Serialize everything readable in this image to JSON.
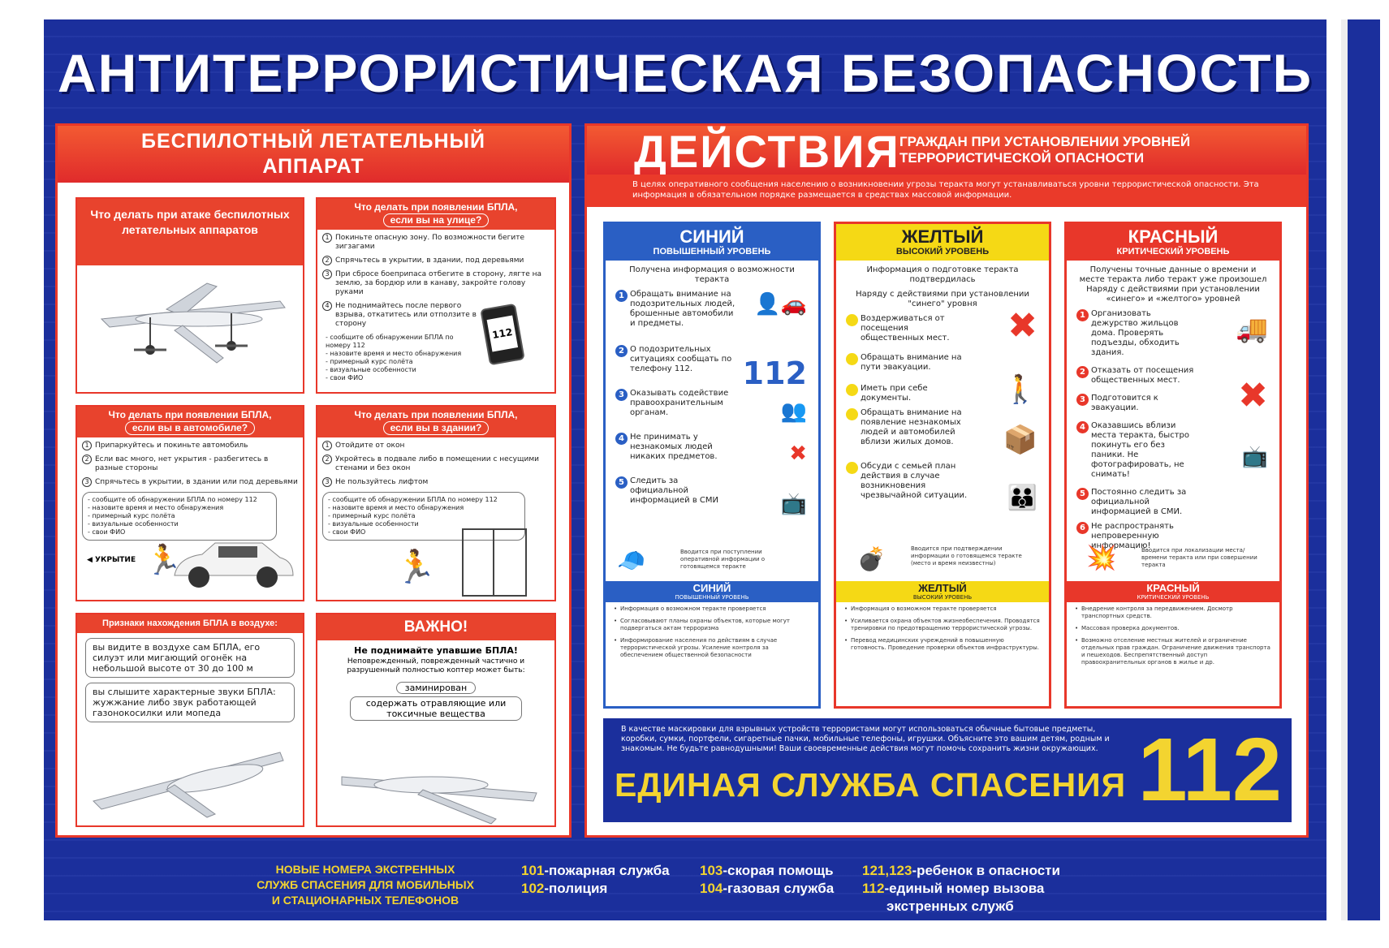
{
  "title": "АНТИТЕРРОРИСТИЧЕСКАЯ БЕЗОПАСНОСТЬ",
  "left": {
    "heading_1": "БЕСПИЛОТНЫЙ ЛЕТАТЕЛЬНЫЙ",
    "heading_2": "АППАРАТ",
    "attack_title": "Что делать при атаке беспилотных летательных аппаратов",
    "street": {
      "title": "Что делать при появлении БПЛА,",
      "pill": "если вы на улице?",
      "items": [
        "Покиньте опасную зону. По возможности бегите зигзагами",
        "Спрячьтесь в укрытии, в здании, под деревьями",
        "При сбросе боеприпаса отбегите в сторону, лягте на землю, за бордюр или в канаву, закройте голову руками",
        "Не поднимайтесь после первого взрыва, откатитесь или отползите в сторону"
      ],
      "report": "- сообщите об обнаружении БПЛА по номеру 112\n- назовите время и место обнаружения\n- примерный курс полёта\n- визуальные особенности\n- свои ФИО",
      "phone": "112"
    },
    "car": {
      "title": "Что делать при появлении БПЛА,",
      "pill": "если вы в автомобиле?",
      "items": [
        "Припаркуйтесь и покиньте автомобиль",
        "Если вас много, нет укрытия - разбегитесь в разные стороны",
        "Спрячьтесь в укрытии, в здании или под деревьями"
      ],
      "report": "- сообщите об обнаружении БПЛА по номеру 112\n- назовите время и место обнаружения\n- примерный курс полёта\n- визуальные особенности\n- свои ФИО",
      "shelter": "◀ УКРЫТИЕ"
    },
    "building": {
      "title": "Что делать при появлении БПЛА,",
      "pill": "если вы в здании?",
      "items": [
        "Отойдите от окон",
        "Укройтесь в подвале либо в помещении с несущими стенами и без окон",
        "Не пользуйтесь лифтом"
      ],
      "report": "- сообщите об обнаружении БПЛА по номеру 112\n- назовите время и место обнаружения\n- примерный курс полёта\n- визуальные особенности\n- свои ФИО"
    },
    "signs": {
      "title": "Признаки нахождения БПЛА в воздухе:",
      "b1": "вы видите в воздухе сам БПЛА, его силуэт или мигающий огонёк на небольшой высоте от 30 до 100 м",
      "b2": "вы слышите характерные звуки БПЛА: жужжание либо звук работающей газонокосилки или мопеда"
    },
    "important": {
      "title": "ВАЖНО!",
      "l1": "Не поднимайте упавшие БПЛА!",
      "l2": "Неповрежденный, поврежденный частично и разрушенный полностью коптер может быть:",
      "p1": "заминирован",
      "p2": "содержать отравляющие или токсичные вещества"
    }
  },
  "right": {
    "big": "ДЕЙСТВИЯ",
    "sub_1": "ГРАЖДАН ПРИ УСТАНОВЛЕНИИ УРОВНЕЙ",
    "sub_2": "ТЕРРОРИСТИЧЕСКОЙ ОПАСНОСТИ",
    "intro": "В целях оперативного сообщения населению о возникновении угрозы теракта могут устанавливаться уровни террористической опасности. Эта информация в обязательном порядке размещается в средствах массовой информации.",
    "blue": {
      "name": "СИНИЙ",
      "level": "ПОВЫШЕННЫЙ УРОВЕНЬ",
      "intro": "Получена информация о возможности теракта",
      "items": [
        "Обращать внимание на подозрительных людей, брошенные автомобили и предметы.",
        "О подозрительных ситуациях сообщать по телефону 112.",
        "Оказывать содействие правоохранительным органам.",
        "Не принимать у незнакомых людей никаких предметов.",
        "Следить за официальной информацией в СМИ"
      ],
      "num": "112",
      "note": "Вводится при поступлении оперативной информации о готовящемся теракте",
      "foot_name": "СИНИЙ",
      "foot_level": "ПОВЫШЕННЫЙ УРОВЕНЬ",
      "foot_items": [
        "Информация о возможном теракте проверяется",
        "Согласовывают планы охраны объектов, которые могут подвергаться актам терроризма",
        "Информирование населения по действиям в случае террористической угрозы. Усиление контроля за обеспечением общественной безопасности"
      ]
    },
    "yellow": {
      "name": "ЖЕЛТЫЙ",
      "level": "ВЫСОКИЙ УРОВЕНЬ",
      "intro": "Информация о подготовке теракта подтвердилась",
      "intro2": "Наряду с действиями при установлении \"синего\" уровня",
      "items": [
        "Воздерживаться от посещения общественных мест.",
        "Обращать внимание на пути эвакуации.",
        "Иметь при себе документы.",
        "Обращать внимание на появление незнакомых людей и автомобилей вблизи жилых домов.",
        "Обсуди с семьей план действия в случае возникновения чрезвычайной ситуации."
      ],
      "note": "Вводится при подтверждении информации о готовящемся теракте (место и время неизвестны)",
      "foot_name": "ЖЕЛТЫЙ",
      "foot_level": "ВЫСОКИЙ УРОВЕНЬ",
      "foot_items": [
        "Информация о возможном теракте проверяется",
        "Усиливается охрана объектов жизнеобеспечения. Проводятся тренировки по предотвращению террористической угрозы.",
        "Перевод медицинских учреждений в повышенную готовность. Проведение проверки объектов инфраструктуры."
      ]
    },
    "red": {
      "name": "КРАСНЫЙ",
      "level": "КРИТИЧЕСКИЙ УРОВЕНЬ",
      "intro": "Получены точные данные о времени и месте теракта либо теракт уже произошел Наряду с действиями при установлении «синего» и «желтого» уровней",
      "items": [
        "Организовать дежурство жильцов дома. Проверять подъезды, обходить здания.",
        "Отказать от посещения общественных мест.",
        "Подготовится к эвакуации.",
        "Оказавшись вблизи места теракта, быстро покинуть его без паники. Не фотографировать, не снимать!",
        "Постоянно следить за официальной информацией в СМИ.",
        "Не распространять непроверенную информацию!"
      ],
      "note": "Вводится при локализации места/времени теракта или при совершении теракта",
      "foot_name": "КРАСНЫЙ",
      "foot_level": "КРИТИЧЕСКИЙ УРОВЕНЬ",
      "foot_items": [
        "Внедрение контроля за передвижением. Досмотр транспортных средств.",
        "Массовая проверка документов.",
        "Возможно отселение местных жителей и ограничение отдельных прав граждан. Ограничение движения транспорта и пешеходов. Беспрепятственный доступ правоохранительных органов в жилье и др."
      ]
    },
    "emergency": {
      "text": "В качестве маскировки для взрывных устройств террористами могут использоваться обычные бытовые предметы, коробки, сумки, портфели, сигаретные пачки, мобильные телефоны, игрушки. Объясните это вашим детям, родным и знакомым. Не будьте равнодушными! Ваши своевременные действия могут помочь сохранить жизни окружающих.",
      "label": "ЕДИНАЯ СЛУЖБА СПАСЕНИЯ",
      "number": "112"
    }
  },
  "bottom": {
    "l1": "НОВЫЕ НОМЕРА ЭКСТРЕННЫХ",
    "l2": "СЛУЖБ СПАСЕНИЯ ДЛЯ МОБИЛЬНЫХ",
    "l3": "И СТАЦИОНАРНЫХ ТЕЛЕФОНОВ",
    "n101": "101",
    "t101": "-пожарная служба",
    "n102": "102",
    "t102": "-полиция",
    "n103": "103",
    "t103": "-скорая помощь",
    "n104": "104",
    "t104": "-газовая служба",
    "n121": "121,123",
    "t121": "-ребенок в опасности",
    "n112": "112",
    "t112": "-единый номер вызова",
    "t112b": "экстренных служб"
  },
  "colors": {
    "blue": "#2a5fc4",
    "yellow": "#f5d915",
    "red": "#e8372a",
    "navy": "#1b2f9c"
  }
}
